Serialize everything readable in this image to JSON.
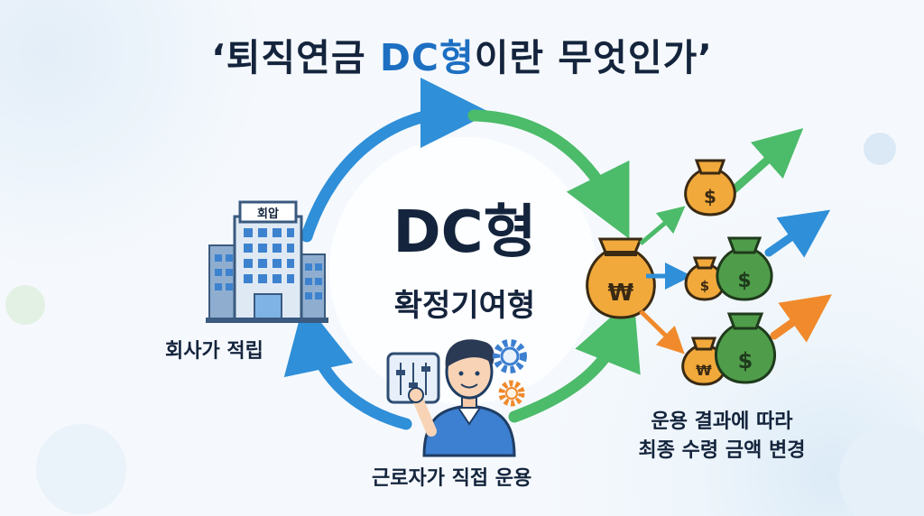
{
  "title": {
    "open_quote": "‘",
    "prefix": "퇴직연금 ",
    "highlight": "DC형",
    "suffix": "이란 무엇인가",
    "close_quote": "’"
  },
  "center": {
    "main": "DC형",
    "sub": "확정기여형"
  },
  "building": {
    "sign": "회압"
  },
  "labels": {
    "company": "회사가 적립",
    "worker": "근로자가 직접 운용",
    "result_line1": "운용 결과에 따라",
    "result_line2": "최종 수령 금액 변경"
  },
  "icons": {
    "building": "office-building-icon",
    "worker": "worker-person-icon",
    "gears": "gear-icon",
    "controls": "slider-control-icon",
    "main_bag": "won-money-bag-icon",
    "bags": [
      "dollar-money-bag-icon",
      "dollar-money-bag-icon",
      "won-money-bag-icon"
    ],
    "growth": "growth-arrow-icon"
  },
  "colors": {
    "title_dark": "#14243c",
    "accent_blue": "#1d6fc2",
    "arrow_blue": "#2f8fd8",
    "arrow_green": "#4cbb6a",
    "arrow_orange": "#f08a2c",
    "bag_gold": "#f2a93b",
    "bag_green": "#4f9d4a"
  }
}
